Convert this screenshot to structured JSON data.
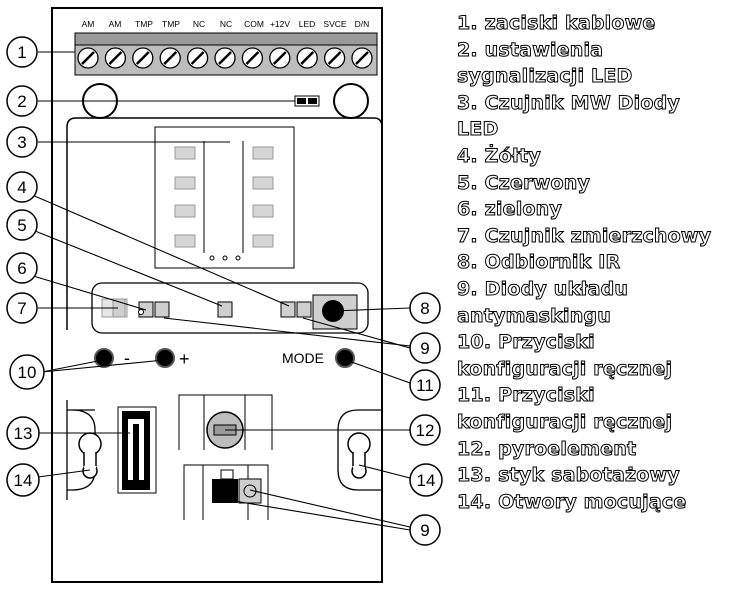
{
  "terminals": [
    "AM",
    "AM",
    "TMP",
    "TMP",
    "NC",
    "NC",
    "COM",
    "+12V",
    "LED",
    "SVCE",
    "D/N"
  ],
  "callout_numbers": [
    "1",
    "2",
    "3",
    "4",
    "5",
    "6",
    "7",
    "8",
    "9",
    "10",
    "11",
    "12",
    "13",
    "14",
    "9",
    "14"
  ],
  "buttons": {
    "minus": "-",
    "plus": "+",
    "mode": "MODE"
  },
  "legend": [
    "1. zaciski kablowe",
    "2. ustawienia sygnalizacji LED",
    "3. Czujnik MW Diody LED",
    "4. Żółty",
    "5. Czerwony",
    "6. zielony",
    "7. Czujnik zmierzchowy",
    "8. Odbiornik IR",
    "9. Diody układu antymaskingu",
    "10. Przyciski konfiguracji ręcznej",
    "11. Przyciski konfiguracji ręcznej",
    "12. pyroelement",
    "13. styk sabotażowy",
    "14. Otwory mocujące"
  ]
}
